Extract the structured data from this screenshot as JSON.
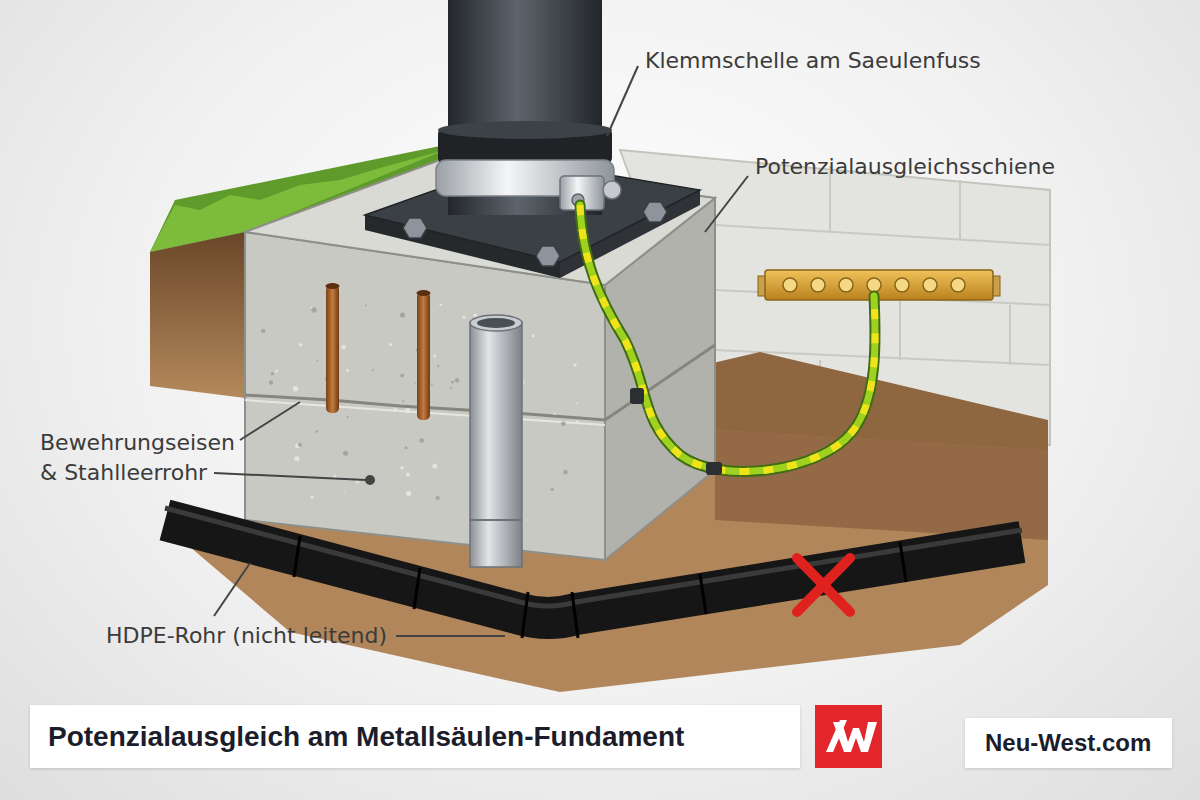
{
  "diagram": {
    "title": "Potenzialausgleich am Metallsäulen-Fundament",
    "nodes": [
      {
        "text": [
          "Neu-West.com"
        ]
      }
    ],
    "labels": [
      "Klemmschelle am Saeulenfuss",
      "Potenzialausgleichsschiene",
      "Bewehrungseisen & Stahlleerrohr",
      "HDPE-Rohr (nicht leitend)"
    ]
  }
}
